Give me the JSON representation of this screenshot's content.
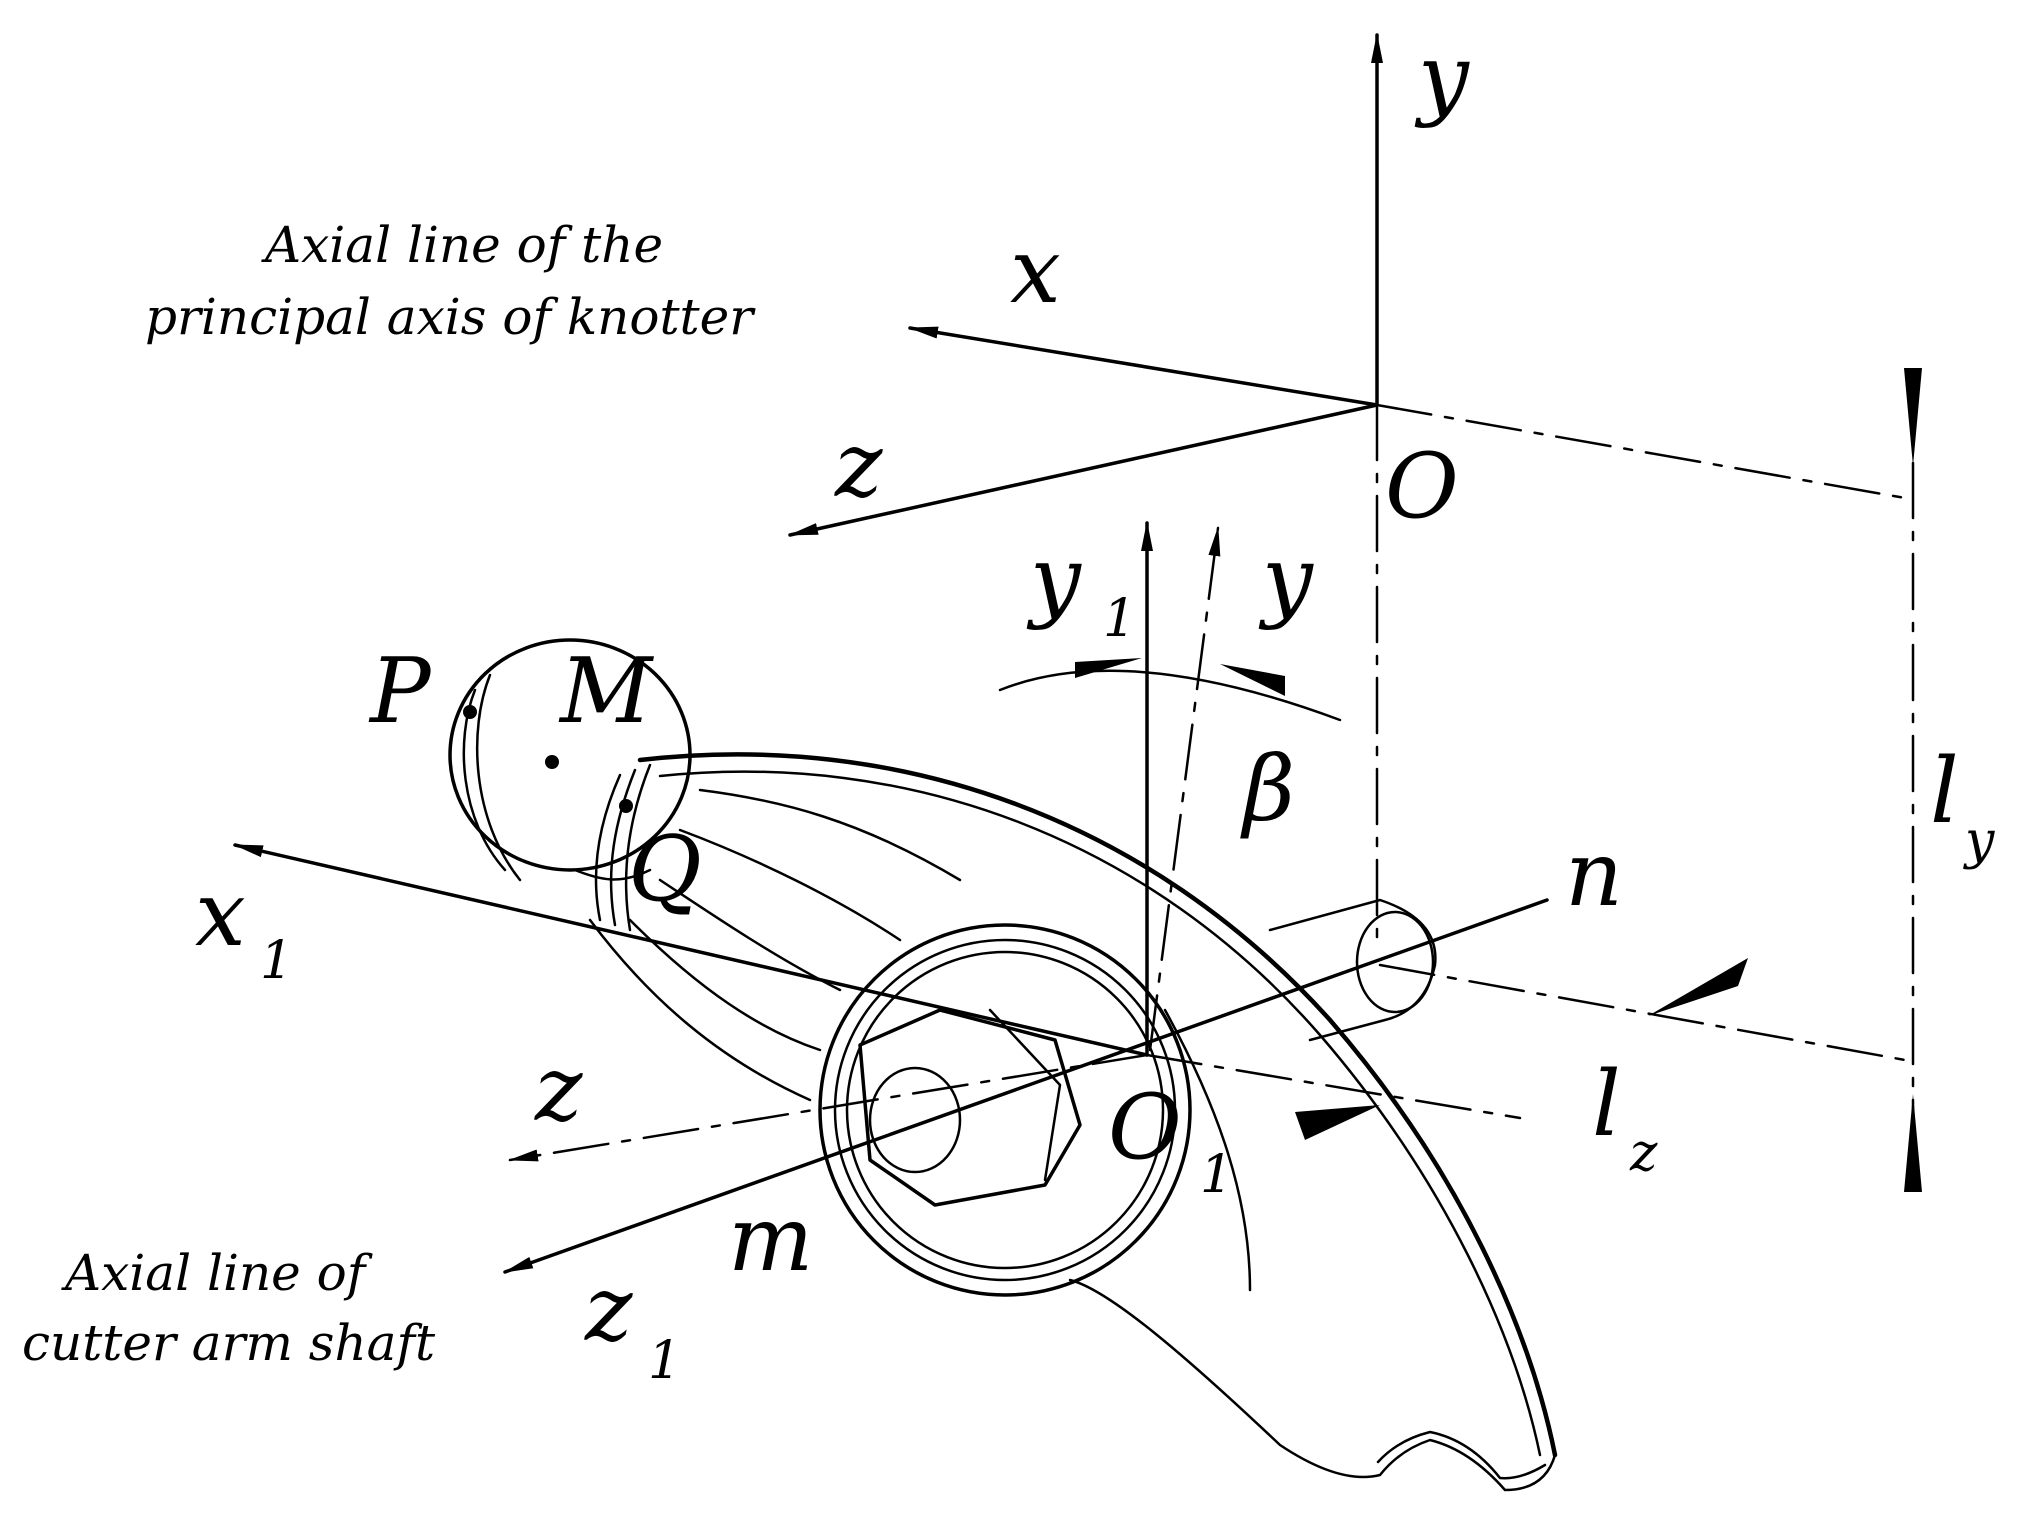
{
  "labels": {
    "y_top": "y",
    "x_top": "x",
    "z_top": "z",
    "origin_O": "O",
    "y1_main": "y",
    "y1_sub": "1",
    "y_tilted": "y",
    "beta": "β",
    "P": "P",
    "M": "M",
    "Q": "Q",
    "x1_main": "x",
    "x1_sub": "1",
    "n": "n",
    "ly_main": "l",
    "ly_sub": "y",
    "z_lower": "z",
    "O1_main": "O",
    "O1_sub": "1",
    "lz_main": "l",
    "lz_sub": "z",
    "m": "m",
    "z1_main": "z",
    "z1_sub": "1"
  },
  "captions": {
    "knotter_line1": "Axial line of the",
    "knotter_line2": "principal axis of knotter",
    "cutter_line1": "Axial line of",
    "cutter_line2": "cutter arm shaft"
  },
  "colors": {
    "ink": "#000000",
    "background": "#ffffff"
  }
}
